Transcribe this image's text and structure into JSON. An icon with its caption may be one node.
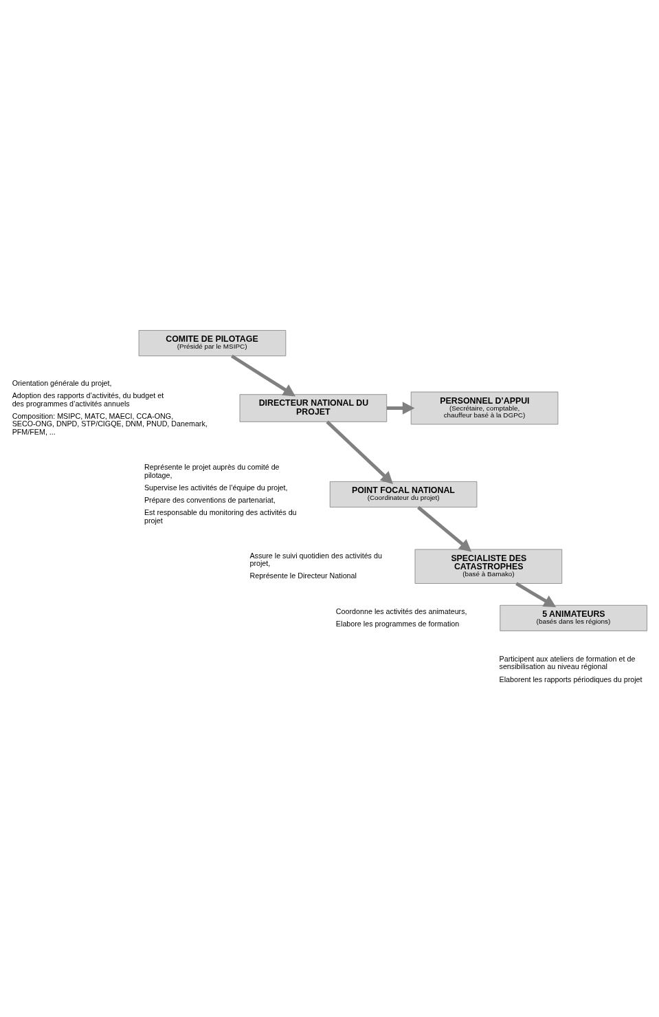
{
  "diagram": {
    "nodes": [
      {
        "text": [
          "COMITE DE PILOTAGE",
          "(Présidé par le MSIPC)"
        ],
        "beside": [
          "Orientation générale du projet,",
          "Adoption des rapports d’activités, du budget et des programmes d’activités annuels",
          "Composition: MSIPC, MATC, MAECI, CCA-ONG, SECO-ONG, DNPD, STP/CIGQE, DNM, PNUD, Danemark, PFM/FEM, ..."
        ]
      },
      {
        "text": [
          "DIRECTEUR NATIONAL DU PROJET"
        ],
        "beside": [
          "Représente le projet auprès du comité de pilotage,",
          "Supervise les activités de l’équipe du projet,",
          "Prépare des conventions de partenariat,",
          "Est responsable du monitoring des activités du projet"
        ]
      },
      {
        "text": [
          "PERSONNEL D’APPUI",
          "(Secrétaire, comptable, chauffeur basé à la DGPC)"
        ]
      },
      {
        "text": [
          "POINT FOCAL NATIONAL",
          "(Coordinateur du projet)"
        ],
        "beside": [
          "Assure le suivi quotidien des activités du projet,",
          "Représente le Directeur National"
        ]
      },
      {
        "text": [
          "SPECIALISTE DES CATASTROPHES",
          "(basé à Bamako)"
        ],
        "beside": [
          "Coordonne les activités des animateurs,",
          "Elabore les programmes de formation"
        ]
      },
      {
        "text": [
          "5 ANIMATEURS",
          "(basés dans les régions)"
        ],
        "beside": [
          "Participent aux ateliers de formation et de sensibilisation au niveau régional",
          "Elaborent les rapports périodiques du projet"
        ]
      }
    ],
    "edges": [
      {
        "from": 0,
        "to": 1,
        "arrow": "to"
      },
      {
        "from": 1,
        "to": 2,
        "arrow": "to"
      },
      {
        "from": 1,
        "to": 3,
        "arrow": "to"
      },
      {
        "from": 3,
        "to": 4,
        "arrow": "to"
      },
      {
        "from": 4,
        "to": 5,
        "arrow": "to"
      }
    ]
  }
}
